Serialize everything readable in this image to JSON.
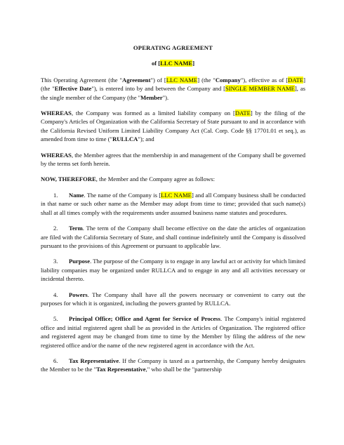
{
  "doc": {
    "title": "OPERATING AGREEMENT",
    "subtitle_prefix": "of [",
    "subtitle_llc": "LLC NAME",
    "subtitle_suffix": "]",
    "intro": {
      "t1": "This Operating Agreement (the \"",
      "b1": "Agreement",
      "t2": "\") of [",
      "h1": "LLC NAME",
      "t3": "] (the \"",
      "b2": "Company",
      "t4": "\"), effective as of [",
      "h2": "DATE",
      "t5": "] (the \"",
      "b3": "Effective Date",
      "t6": "\"), is entered into by and between the Company and [",
      "h3": "SINGLE MEMBER NAME",
      "t7": "], as the single member of the Company (the \"",
      "b4": "Member",
      "t8": "\")."
    },
    "whereas1": {
      "b": "WHEREAS",
      "t1": ", the Company was formed as a limited liability company on [",
      "h": "DATE",
      "t2": "] by the filing of the Company's Articles of Organization with the California Secretary of State pursuant to and in accordance with the California Revised Uniform Limited Liability Company Act (Cal. Corp. Code §§ 17701.01 et seq.), as amended from time to time (\"",
      "b2": "RULLCA",
      "t3": "\"); and"
    },
    "whereas2": {
      "b": "WHEREAS",
      "t": ", the Member agrees that the membership in and management of the Company shall be governed by the terms set forth herein."
    },
    "now": {
      "b": "NOW, THEREFORE",
      "t": ", the Member and the Company agree as follows:"
    },
    "sections": {
      "s1": {
        "num": "1.",
        "head": "Name",
        "t1": ". The name of the Company is [",
        "h": "LLC NAME",
        "t2": "] and all Company business shall be conducted in that name or such other name as the Member may adopt from time to time; provided that such name(s) shall at all times comply with the requirements under assumed business name statutes and procedures."
      },
      "s2": {
        "num": "2.",
        "head": "Term",
        "t": ". The term of the Company shall become effective on the date the articles of organization are filed with the California Secretary of State, and shall continue indefinitely until the Company is dissolved pursuant to the provisions of this Agreement or pursuant to applicable law."
      },
      "s3": {
        "num": "3.",
        "head": "Purpose",
        "t": ". The purpose of the Company is to engage in any lawful act or activity for which limited liability companies may be organized under RULLCA and to engage in any and all activities necessary or incidental thereto."
      },
      "s4": {
        "num": "4.",
        "head": "Powers",
        "t": ". The Company shall have all the powers necessary or convenient to carry out the purposes for which it is organized, including the powers granted by RULLCA."
      },
      "s5": {
        "num": "5.",
        "head": "Principal Office; Office and Agent for Service of Process",
        "t": ". The Company's initial registered office and initial registered agent shall be as provided in the Articles of Organization. The registered office and registered agent may be changed from time to time by the Member by filing the address of the new registered office and/or the name of the new registered agent in accordance with the Act."
      },
      "s6": {
        "num": "6.",
        "head": "Tax Representative",
        "t1": ". If the Company is taxed as a partnership, the Company hereby designates the Member to be the \"",
        "b": "Tax Representative",
        "t2": ",\" who shall be the \"partnership"
      }
    }
  }
}
